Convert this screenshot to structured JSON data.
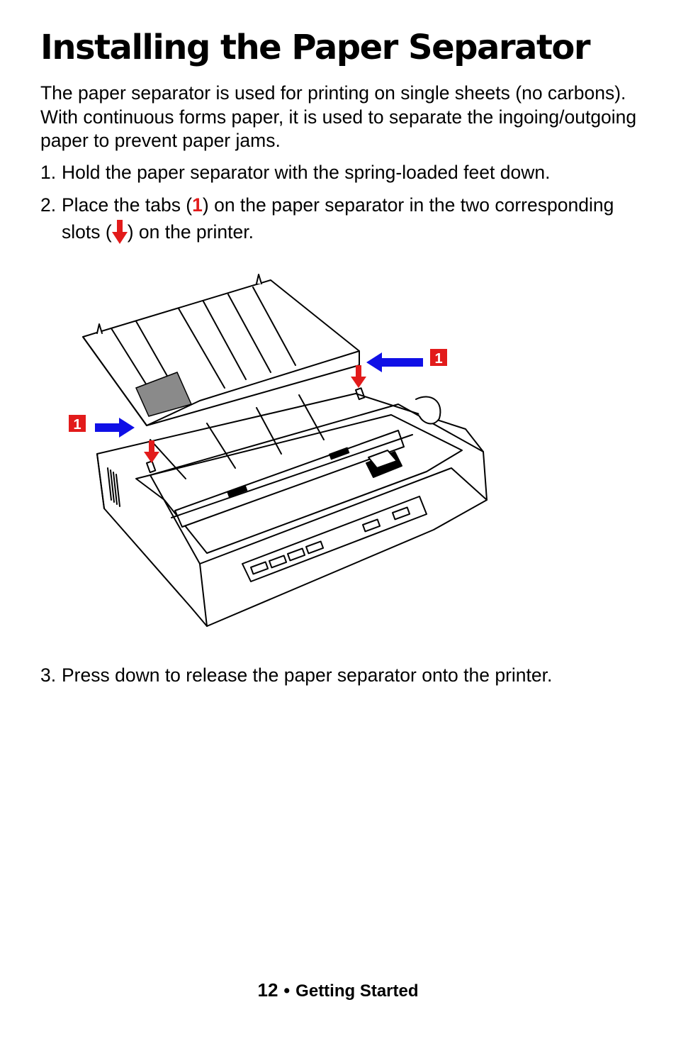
{
  "page": {
    "title": "Installing the Paper Separator",
    "intro": "The paper separator is used for printing on single sheets (no carbons). With continuous forms paper, it is used to separate the ingoing/outgoing paper to prevent paper jams."
  },
  "steps": [
    {
      "number": "1.",
      "text": "Hold the paper separator with the spring-loaded feet down."
    },
    {
      "number": "2.",
      "text_before": "Place the tabs (",
      "callout": "1",
      "text_middle": ") on the paper separator in the two corresponding slots (",
      "icon": "red-down-arrow-icon",
      "text_after": ") on the printer."
    },
    {
      "number": "3.",
      "text": "Press down to release the paper separator onto the printer."
    }
  ],
  "figure": {
    "callout_left": "1",
    "callout_right": "1",
    "colors": {
      "callout_bg": "#e21b1b",
      "blue_arrow": "#1010e6",
      "red_arrow": "#e21b1b"
    }
  },
  "footer": {
    "page_number": "12",
    "bullet": "•",
    "section": "Getting Started"
  }
}
